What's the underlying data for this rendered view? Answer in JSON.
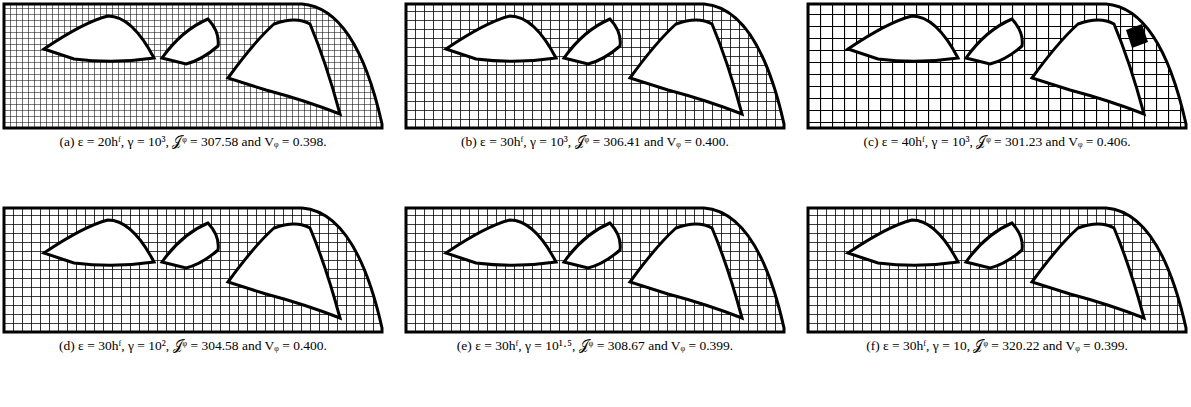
{
  "diagram": {
    "labels": [
      "(a) ε = 20hᶠ, γ = 10³, 𝒥ᵠ = 307.58 and Vᵩ = 0.398.",
      "(b) ε = 30hᶠ, γ = 10³, 𝒥ᵠ = 306.41 and Vᵩ = 0.400.",
      "(c) ε = 40hᶠ, γ = 10³, 𝒥ᵠ = 301.23 and Vᵩ = 0.406.",
      "(d) ε = 30hᶠ, γ = 10², 𝒥ᵠ = 304.58 and Vᵩ = 0.400.",
      "(e) ε = 30hᶠ, γ = 10¹·⁵, 𝒥ᵠ = 308.67 and Vᵩ = 0.399.",
      "(f) ε = 30hᶠ, γ = 10, 𝒥ᵠ = 320.22 and Vᵩ = 0.399."
    ]
  }
}
